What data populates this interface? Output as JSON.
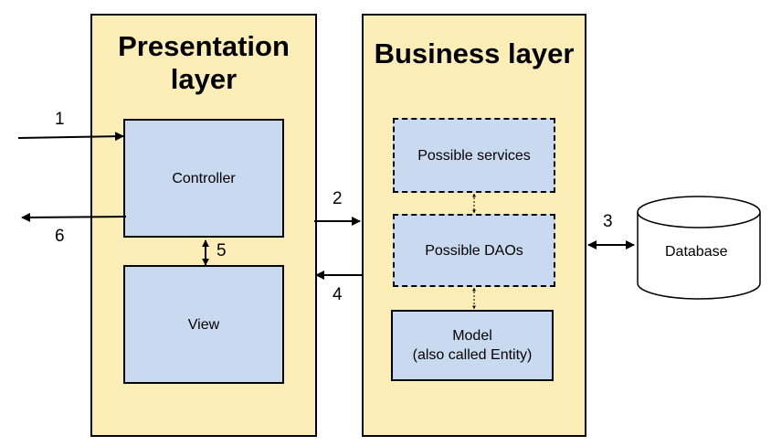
{
  "layers": {
    "presentation": {
      "title_line1": "Presentation",
      "title_line2": "layer"
    },
    "business": {
      "title": "Business layer"
    }
  },
  "boxes": {
    "controller": "Controller",
    "view": "View",
    "services": "Possible services",
    "daos": "Possible DAOs",
    "model_line1": "Model",
    "model_line2": "(also called Entity)"
  },
  "database": {
    "label": "Database"
  },
  "steps": [
    "1",
    "2",
    "3",
    "4",
    "5",
    "6"
  ],
  "colors": {
    "layer_fill": "#fdeeb8",
    "box_fill": "#c9daf0",
    "stroke": "#000000"
  }
}
